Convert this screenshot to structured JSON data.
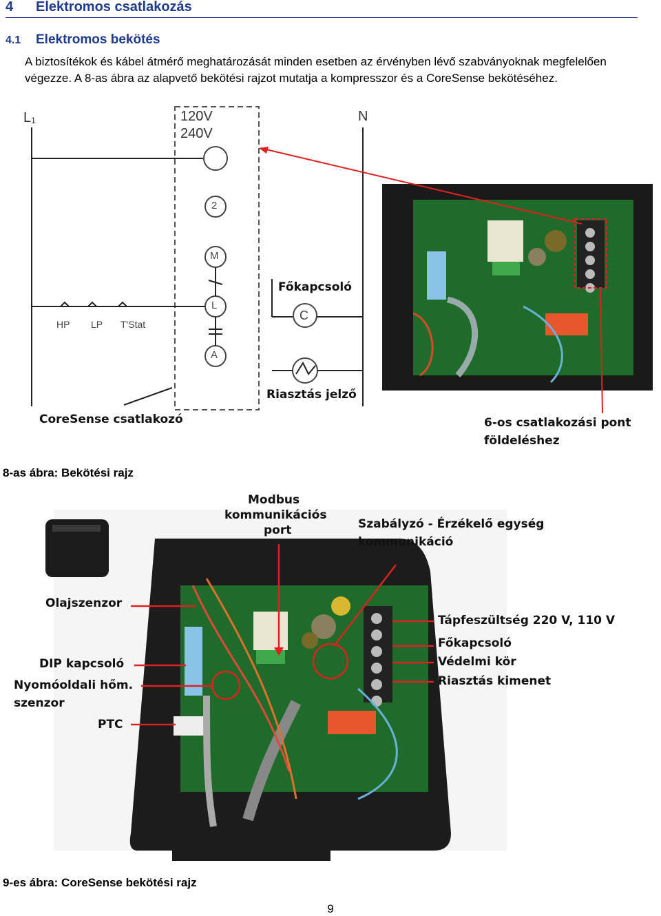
{
  "heading": {
    "number": "4",
    "title": "Elektromos csatlakozás"
  },
  "subheading": {
    "number": "4.1",
    "title": "Elektromos bekötés"
  },
  "paragraph": "A biztosítékok és kábel átmérő meghatározását minden esetben az érvényben lévő szabványoknak megfelelően végezze. A 8-as ábra az alapvető bekötési rajzot mutatja a kompresszor és a CoreSense bekötéséhez.",
  "figure8": {
    "labels": {
      "l1": "L₁",
      "n": "N",
      "v120": "120V",
      "v240": "240V",
      "node2": "2",
      "nodeM": "M",
      "nodeL": "L",
      "nodeA": "A",
      "nodeC": "C",
      "hp": "HP",
      "lp": "LP",
      "tstat": "T'Stat",
      "fokapcsolo": "Főkapcsoló",
      "riasztas_jelzo": "Riasztás jelző",
      "coresense_csatlakozo": "CoreSense csatlakozó",
      "pont6_line1": "6-os csatlakozási pont",
      "pont6_line2": "földeléshez"
    },
    "caption": "8-as ábra: Bekötési rajz"
  },
  "figure9": {
    "labels": {
      "modbus_line1": "Modbus",
      "modbus_line2": "kommunikációs",
      "modbus_line3": "port",
      "szabalyzo_line1": "Szabályzó - Érzékelő egység",
      "szabalyzo_line2": "kommunikáció",
      "olajszenzor": "Olajszenzor",
      "dip": "DIP kapcsoló",
      "nyomo_line1": "Nyomóoldali hőm.",
      "nyomo_line2": "szenzor",
      "ptc": "PTC",
      "tapfesz": "Tápfeszültség 220 V, 110 V",
      "fokapcsolo": "Főkapcsoló",
      "vedelmi": "Védelmi kör",
      "riasztas_kimenet": "Riasztás kimenet"
    },
    "caption": "9-es ábra: CoreSense bekötési rajz"
  },
  "page_number": "9",
  "colors": {
    "heading": "#1f3b8c",
    "arrow": "#e02020",
    "pcb": "#1e6b2a"
  }
}
